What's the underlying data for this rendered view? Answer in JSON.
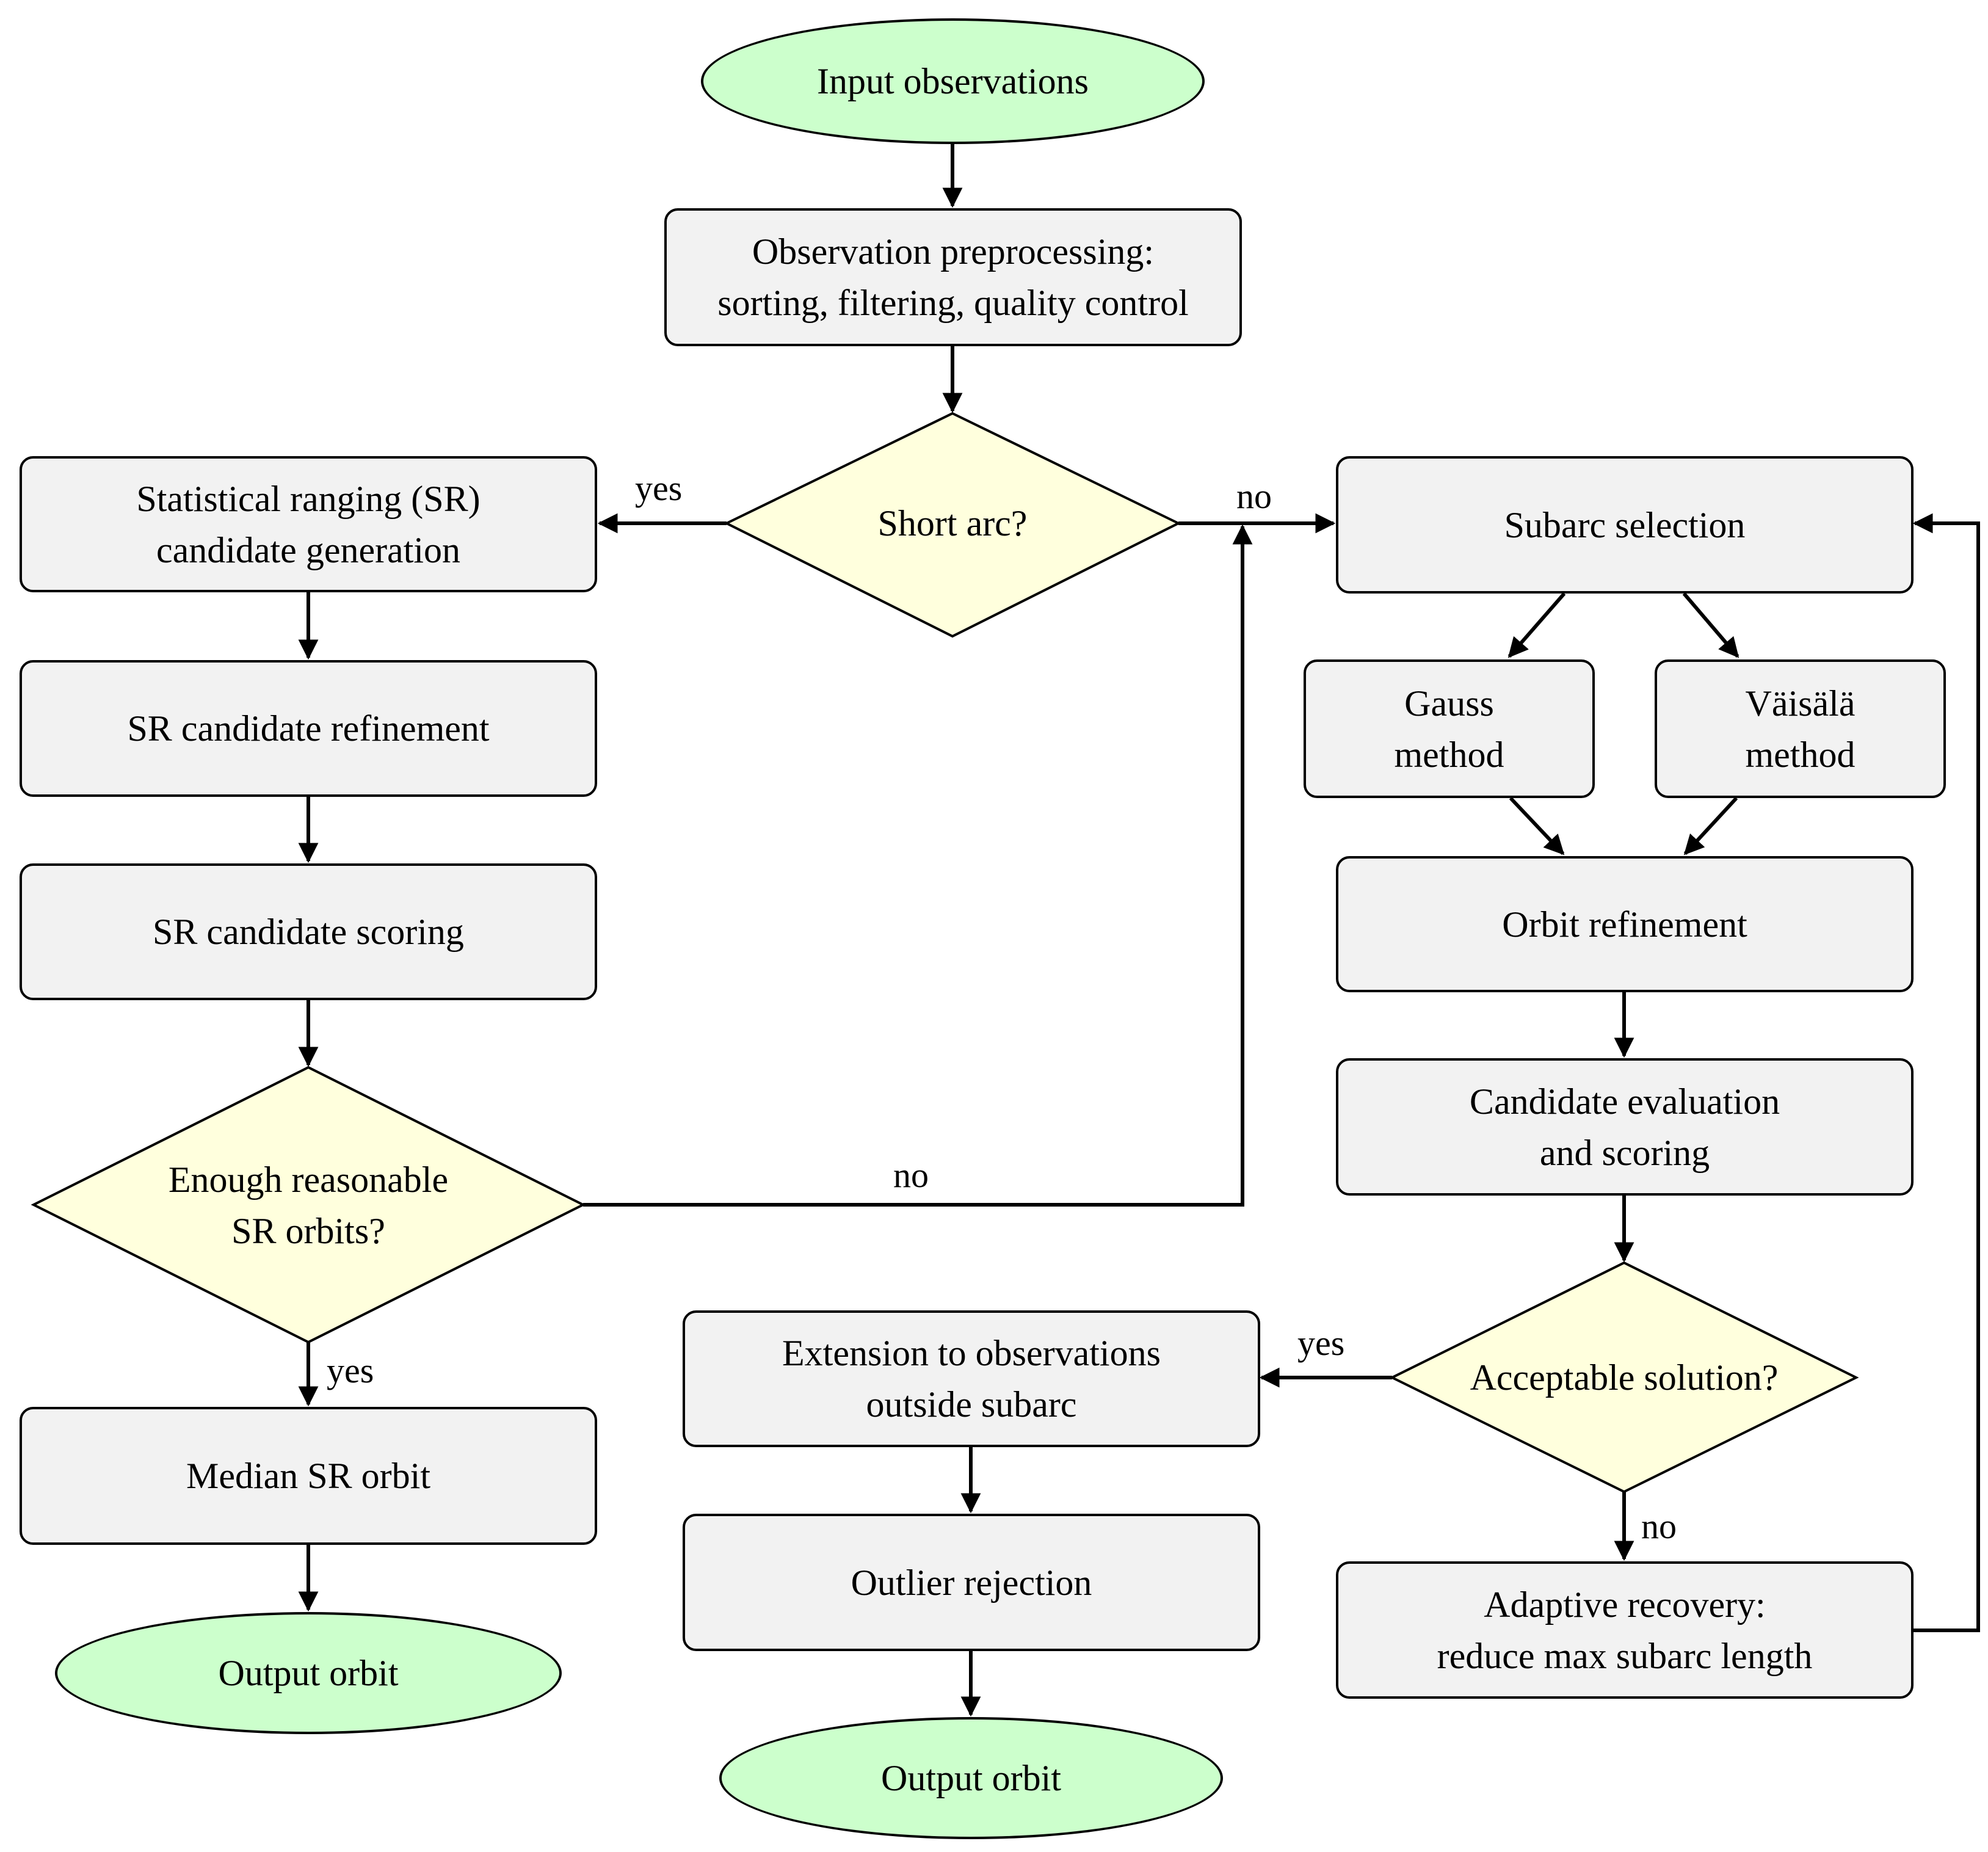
{
  "nodes": {
    "input_observations": "Input observations",
    "preprocessing": "Observation preprocessing:\nsorting, filtering, quality control",
    "short_arc": "Short arc?",
    "sr_generation": "Statistical ranging (SR)\ncandidate generation",
    "sr_refinement": "SR candidate refinement",
    "sr_scoring": "SR candidate scoring",
    "enough_sr": "Enough reasonable\nSR orbits?",
    "median_sr": "Median SR orbit",
    "output_orbit_left": "Output orbit",
    "subarc_selection": "Subarc selection",
    "gauss_method": "Gauss\nmethod",
    "vaisala_method": "Väisälä\nmethod",
    "orbit_refinement": "Orbit refinement",
    "candidate_evaluation": "Candidate evaluation\nand scoring",
    "acceptable_solution": "Acceptable solution?",
    "extension": "Extension to observations\noutside subarc",
    "outlier_rejection": "Outlier rejection",
    "output_orbit_middle": "Output orbit",
    "adaptive_recovery": "Adaptive recovery:\nreduce max subarc length"
  },
  "edge_labels": {
    "short_arc_yes": "yes",
    "short_arc_no": "no",
    "enough_sr_no": "no",
    "enough_sr_yes": "yes",
    "acceptable_yes": "yes",
    "acceptable_no": "no"
  },
  "colors": {
    "terminal_fill": "#ccffcc",
    "process_fill": "#f2f2f2",
    "decision_fill": "#ffffdd",
    "stroke": "#000000"
  }
}
